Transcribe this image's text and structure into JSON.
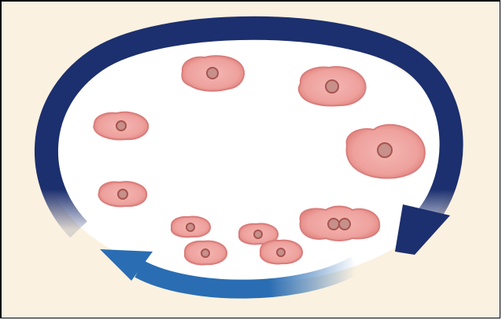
{
  "diagram": {
    "kind": "cell-cycle",
    "stages": [
      {
        "name": "cell-1"
      },
      {
        "name": "cell-2"
      },
      {
        "name": "cell-3"
      },
      {
        "name": "cell-4"
      },
      {
        "name": "cell-5"
      },
      {
        "name": "cell-6-dividing"
      },
      {
        "name": "cell-7"
      },
      {
        "name": "cell-8"
      },
      {
        "name": "cell-9"
      },
      {
        "name": "cell-10"
      }
    ]
  },
  "colors": {
    "background": "#fbf1e0",
    "circle_fill": "#ffffff",
    "dark_arrow": "#1c2f6e",
    "light_arrow": "#2a6db3",
    "cell_fill": "#f0a5a3",
    "cell_edge": "#d97d7b",
    "nucleus_ring": "#a85450",
    "nucleus_core": "#c7908a"
  }
}
